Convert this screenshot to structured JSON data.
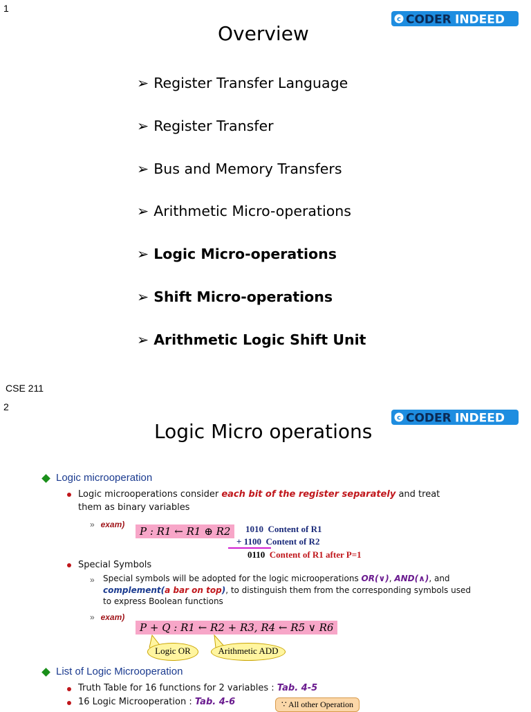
{
  "slide1": {
    "page_number": "1",
    "logo": {
      "part1": "CODER",
      "part2": "INDEED",
      "badge": "c"
    },
    "title": "Overview",
    "bullets": [
      {
        "text": "Register Transfer Language",
        "bold": false
      },
      {
        "text": "Register Transfer",
        "bold": false
      },
      {
        "text": "Bus and Memory Transfers",
        "bold": false
      },
      {
        "text": "Arithmetic Micro-operations",
        "bold": false
      },
      {
        "text": "Logic Micro-operations",
        "bold": true
      },
      {
        "text": "Shift Micro-operations",
        "bold": true
      },
      {
        "text": "Arithmetic Logic Shift Unit",
        "bold": true
      }
    ],
    "arrow": "➢",
    "footer": "CSE 211"
  },
  "slide2": {
    "page_number": "2",
    "title": "Logic Micro operations",
    "heading1": "Logic microoperation",
    "item1": {
      "pre": "Logic microoperations consider ",
      "em": "each bit of the register separately",
      "post": " and treat",
      "line2": "them  as binary variables"
    },
    "exam_label": "exam)",
    "raquo": "»",
    "formula1": "P : R1 ← R1 ⊕ R2",
    "calc": [
      {
        "value": "1010",
        "label": "Content of R1"
      },
      {
        "value": "+ 1100",
        "label": "Content of R2"
      },
      {
        "value": "0110",
        "label": "Content of R1 after P=1"
      }
    ],
    "special_title": "Special Symbols",
    "special": {
      "l1_pre": "Special symbols will be adopted for the logic microoperations ",
      "l1_or": "OR(∨)",
      "l1_mid": ", ",
      "l1_and": "AND(∧)",
      "l1_post": ", and",
      "l2_em": "complement(",
      "l2_em2": "a bar on top",
      "l2_em3": ")",
      "l2_post": ", to distinguish them from the corresponding symbols used",
      "l3": "to express Boolean functions"
    },
    "formula2": "P + Q : R1 ← R2 + R3,  R4 ← R5 ∨ R6",
    "bubble_or": "Logic OR",
    "bubble_add": "Arithmetic ADD",
    "heading2": "List of Logic Microoperation",
    "list": {
      "i1_pre": "Truth Table for 16 functions for 2 variables : ",
      "i1_em": "Tab. 4-5",
      "i2_pre": "16 Logic Microoperation : ",
      "i2_em": "Tab. 4-6"
    },
    "orange_box": "∵ All other Operation"
  }
}
